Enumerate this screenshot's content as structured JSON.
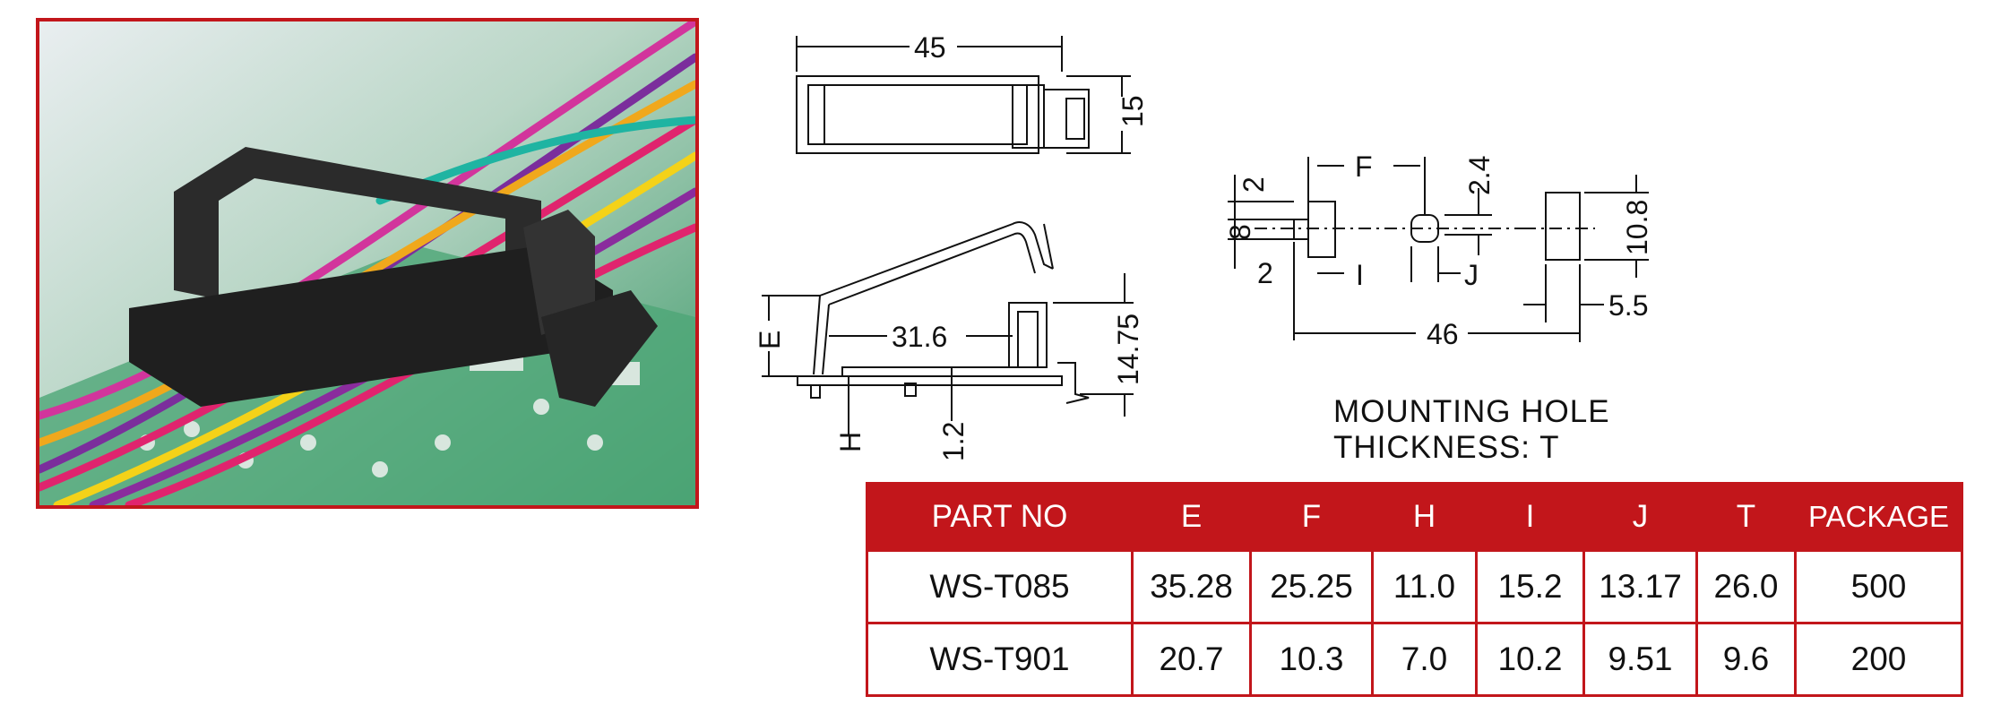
{
  "photo": {
    "frame_color": "#c2161b",
    "subject": "cable-clip-photo"
  },
  "top_view": {
    "width": "45",
    "height": "15"
  },
  "side_view": {
    "E": "E",
    "length": "31.6",
    "H": "H",
    "base": "1.2",
    "height": "14.75"
  },
  "hole_view": {
    "F": "F",
    "d2a": "2",
    "d8": "8",
    "d2b": "2",
    "I": "I",
    "J": "J",
    "d24": "2.4",
    "d108": "10.8",
    "d55": "5.5",
    "d46": "46"
  },
  "notes": {
    "line1": "MOUNTING HOLE",
    "line2": "THICKNESS: T"
  },
  "table": {
    "header_color": "#c2161b",
    "headers": [
      "PART NO",
      "E",
      "F",
      "H",
      "I",
      "J",
      "T",
      "PACKAGE"
    ],
    "rows": [
      [
        "WS-T085",
        "35.28",
        "25.25",
        "11.0",
        "15.2",
        "13.17",
        "26.0",
        "500"
      ],
      [
        "WS-T901",
        "20.7",
        "10.3",
        "7.0",
        "10.2",
        "9.51",
        "9.6",
        "200"
      ]
    ]
  }
}
